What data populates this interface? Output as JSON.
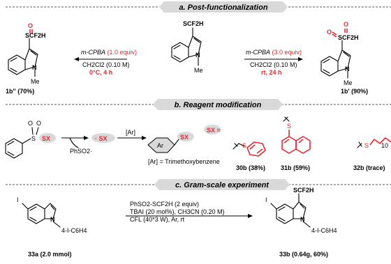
{
  "sections": {
    "a": "a. Post-functionalization",
    "b": "b. Reagent modification",
    "c": "c. Gram-scale experiment"
  },
  "section_a": {
    "left_reagent": "m-CPBA",
    "left_equiv": "(1.0 equiv)",
    "left_solvent": "CH2Cl2 (0.10 M)",
    "left_condition": "0°C, 4 h",
    "right_reagent": "m-CPBA",
    "right_equiv": "(3.0 equiv)",
    "right_solvent": "CH2Cl2 (0.10 M)",
    "right_condition": "rt, 24 h",
    "group_scf2h": "SCF2H",
    "group_o": "O",
    "me_label": "Me",
    "n_label": "N",
    "product_left": "1b'' (70%)",
    "product_right": "1b' (90%)"
  },
  "section_b": {
    "radical_label": "SX",
    "leaving": "PhSO2·",
    "reagent_ar": "[Ar]",
    "ar_text": "Ar",
    "ar_def": "[Ar] = Trimethoxybenzene",
    "sx_eq": "SX =",
    "s_atom": "S",
    "o_atom": "O",
    "p30": "30b (38%)",
    "p31": "31b (59%)",
    "p32": "32b (trace)",
    "sub10": "10"
  },
  "section_c": {
    "reagent_line": "PhSO2-SCF2H (2 equiv)",
    "cat_line": "TBAI (20 mol%), CH3CN (0.20 M)",
    "light_line": "CFL (40*3 W), Ar, rt",
    "iodo": "I",
    "n_label": "N",
    "chain": "4-I-C6H4",
    "group_scf2h": "SCF2H",
    "substrate": "33a (2.0 mmol)",
    "product": "33b (0.64g, 60%)"
  },
  "colors": {
    "accent": "#e8262b",
    "banner": "#d9d9d9"
  }
}
